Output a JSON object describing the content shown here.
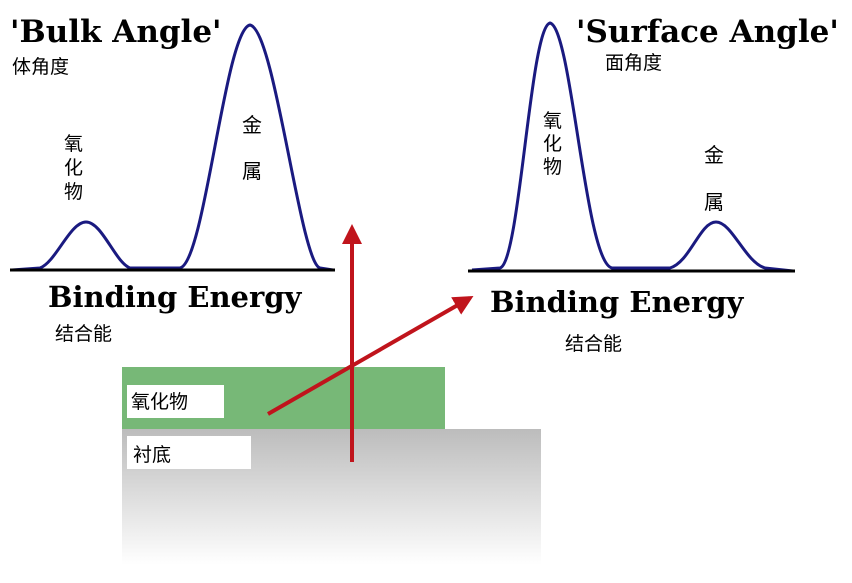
{
  "panels": {
    "bulk": {
      "title": "'Bulk Angle'",
      "subtitle": "体角度",
      "axis_label": "Binding Energy",
      "axis_sublabel": "结合能",
      "peak_oxide": [
        "氧",
        "化",
        "物"
      ],
      "peak_metal": [
        "金",
        "属"
      ]
    },
    "surface": {
      "title": "'Surface Angle'",
      "subtitle": "面角度",
      "axis_label": "Binding Energy",
      "axis_sublabel": "结合能",
      "peak_oxide": [
        "氧",
        "化",
        "物"
      ],
      "peak_metal": [
        "金",
        "属"
      ]
    }
  },
  "sample": {
    "oxide_label": "氧化物",
    "substrate_label": "衬底"
  },
  "colors": {
    "curve": "#1a1a80",
    "axis": "#000000",
    "oxide_layer": "#77b877",
    "arrow": "#c0141c",
    "substrate_top": "#bdbdbd",
    "substrate_bottom": "#ffffff"
  }
}
